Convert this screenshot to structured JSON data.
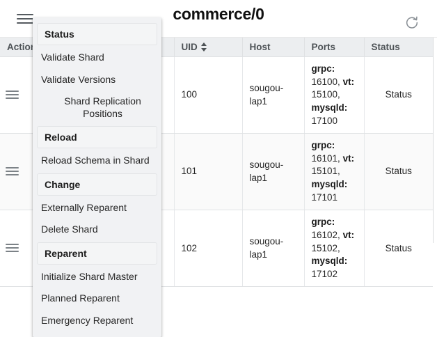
{
  "toolbar": {
    "menu_icon": "hamburger-icon",
    "title": "commerce/0",
    "refresh_icon": "refresh-icon"
  },
  "table": {
    "columns": [
      {
        "key": "action",
        "label": "Action",
        "sortable": false
      },
      {
        "key": "alias",
        "label": "",
        "sortable": false
      },
      {
        "key": "uid",
        "label": "UID",
        "sortable": true
      },
      {
        "key": "host",
        "label": "Host",
        "sortable": false
      },
      {
        "key": "ports",
        "label": "Ports",
        "sortable": false
      },
      {
        "key": "status",
        "label": "Status",
        "sortable": false
      }
    ],
    "rows": [
      {
        "action_icon": "row-menu-icon",
        "alias": "",
        "uid": "100",
        "host": "sougou-lap1",
        "ports": {
          "grpc_label": "grpc:",
          "grpc": "16100,",
          "vt_label": "vt:",
          "vt": "15100,",
          "mysqld_label": "mysqld:",
          "mysqld": "17100"
        },
        "status": "Status"
      },
      {
        "action_icon": "row-menu-icon",
        "alias": "",
        "uid": "101",
        "host": "sougou-lap1",
        "ports": {
          "grpc_label": "grpc:",
          "grpc": "16101,",
          "vt_label": "vt:",
          "vt": "15101,",
          "mysqld_label": "mysqld:",
          "mysqld": "17101"
        },
        "status": "Status"
      },
      {
        "action_icon": "row-menu-icon",
        "alias": "",
        "uid": "102",
        "host": "sougou-lap1",
        "ports": {
          "grpc_label": "grpc:",
          "grpc": "16102,",
          "vt_label": "vt:",
          "vt": "15102,",
          "mysqld_label": "mysqld:",
          "mysqld": "17102"
        },
        "status": "Status"
      }
    ]
  },
  "menu": {
    "entries": [
      {
        "type": "header",
        "label": "Status"
      },
      {
        "type": "item",
        "label": "Validate Shard",
        "indented": false
      },
      {
        "type": "item",
        "label": "Validate Versions",
        "indented": false
      },
      {
        "type": "item",
        "label": "Shard Replication Positions",
        "indented": true
      },
      {
        "type": "header",
        "label": "Reload"
      },
      {
        "type": "item",
        "label": "Reload Schema in Shard",
        "indented": false
      },
      {
        "type": "header",
        "label": "Change"
      },
      {
        "type": "item",
        "label": "Externally Reparent",
        "indented": false
      },
      {
        "type": "item",
        "label": "Delete Shard",
        "indented": false
      },
      {
        "type": "header",
        "label": "Reparent"
      },
      {
        "type": "item",
        "label": "Initialize Shard Master",
        "indented": false
      },
      {
        "type": "item",
        "label": "Planned Reparent",
        "indented": false
      },
      {
        "type": "item",
        "label": "Emergency Reparent",
        "indented": false
      }
    ]
  },
  "colors": {
    "header_bg": "#eceef0",
    "menu_bg": "#f1f2f4",
    "row_alt_bg": "#fafafa",
    "text": "#262626"
  }
}
